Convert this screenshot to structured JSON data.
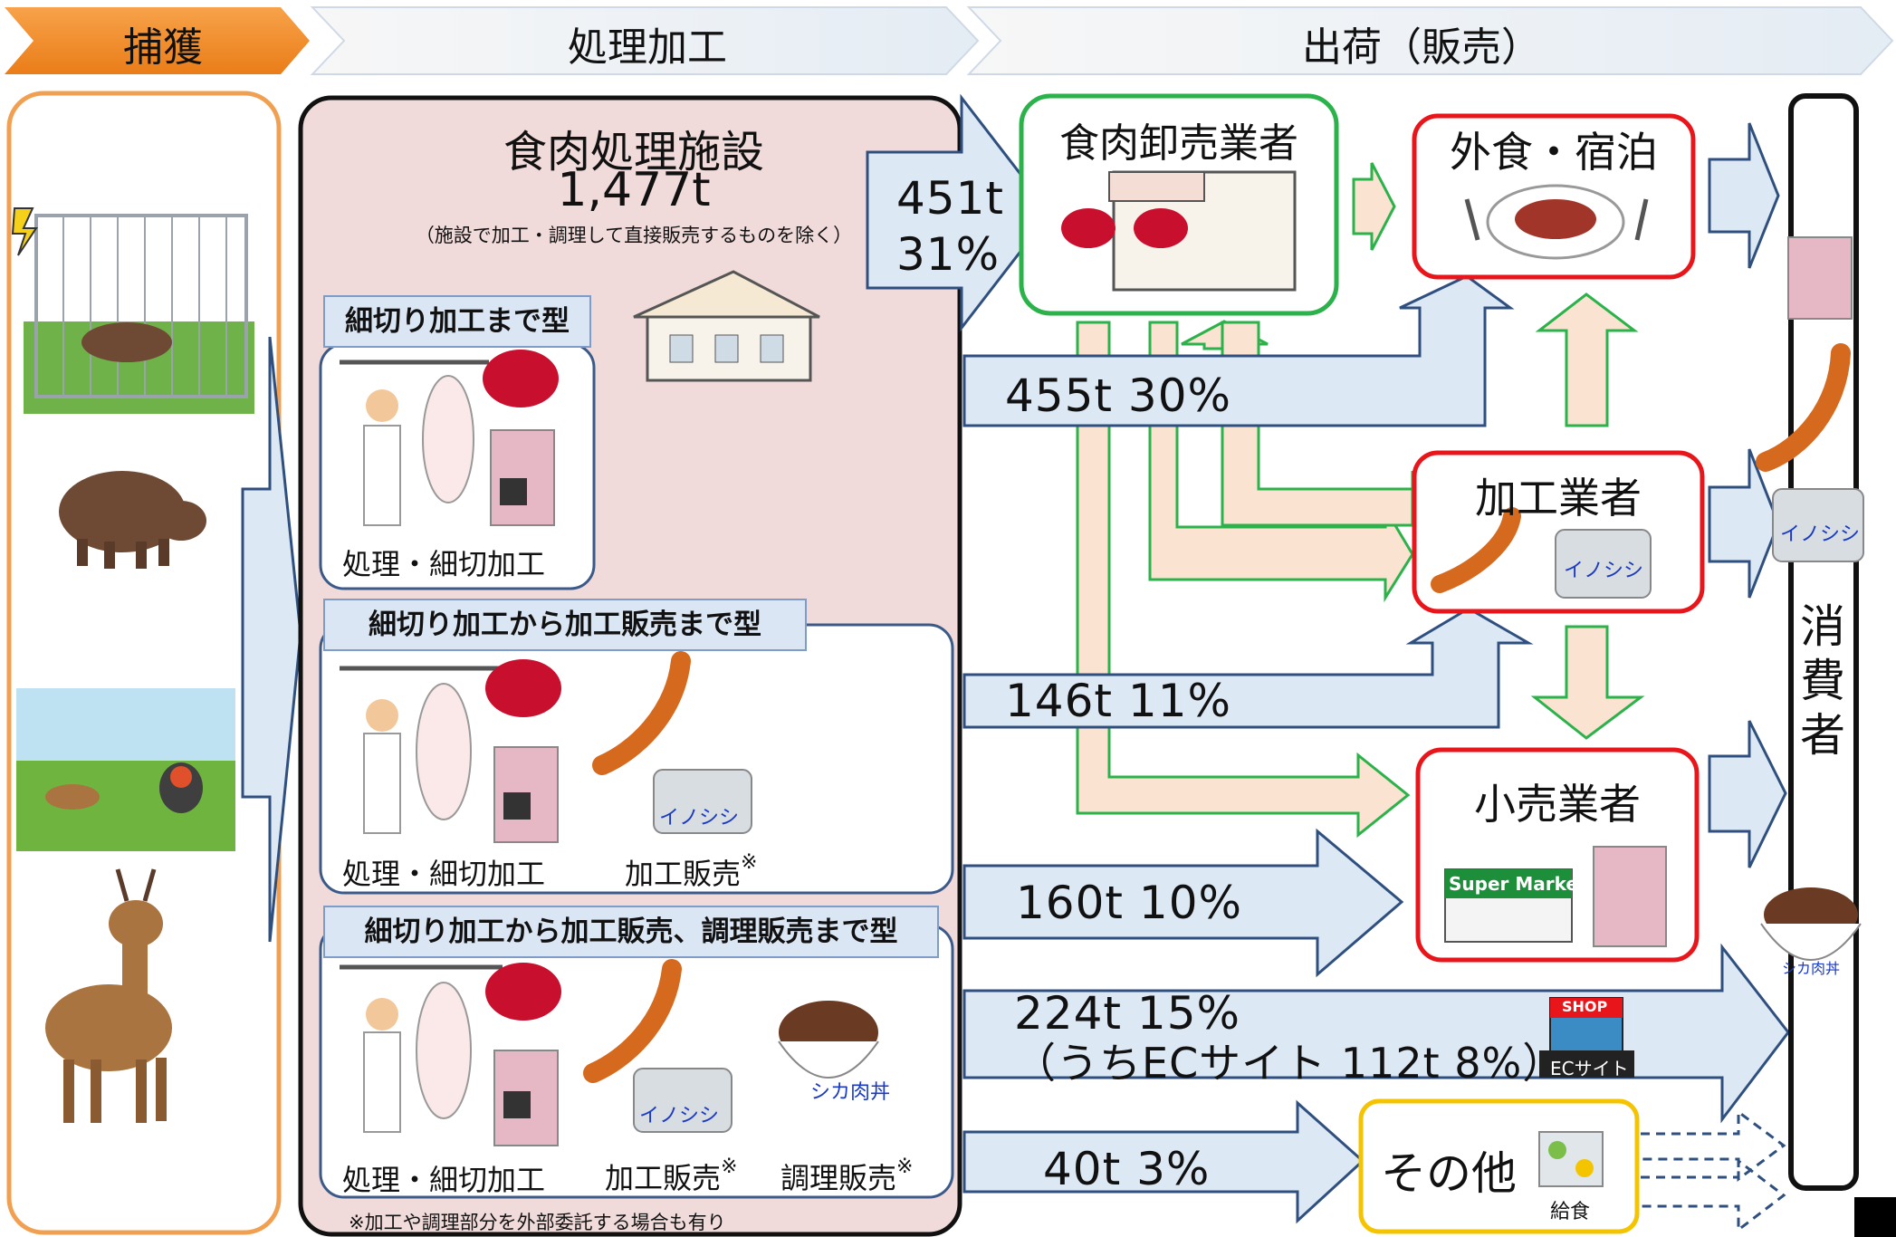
{
  "stages": {
    "capture": "捕獲",
    "processing": "処理加工",
    "shipping": "出荷（販売）"
  },
  "facility": {
    "title": "食肉処理施設",
    "amount": "1,477t",
    "note": "（施設で加工・調理して直接販売するものを除く）"
  },
  "types": [
    {
      "label": "細切り加工まで型",
      "captions": [
        "処理・細切加工"
      ]
    },
    {
      "label": "細切り加工から加工販売まで型",
      "captions": [
        "処理・細切加工",
        "加工販売",
        "※"
      ]
    },
    {
      "label": "細切り加工から加工販売、調理販売まで型",
      "captions": [
        "処理・細切加工",
        "加工販売",
        "※",
        "調理販売",
        "※"
      ]
    }
  ],
  "footnote": "※加工や調理部分を外部委託する場合も有り",
  "flows": {
    "wholesale_amount": "451t",
    "wholesale_pct": "31%",
    "food_service": "455t  30%",
    "processor": "146t  11%",
    "retail": "160t  10%",
    "direct": "224t  15%",
    "ec": "（うちECサイト  112t  8%）",
    "other": "40t    3%"
  },
  "nodes": {
    "wholesale": "食肉卸売業者",
    "food_service": "外食・宿泊",
    "processor": "加工業者",
    "retail": "小売業者",
    "other": "その他",
    "consumer": [
      "消",
      "費",
      "者"
    ]
  },
  "labels": {
    "can": "イノシシ",
    "donburi": "シカ肉丼",
    "supermarket": "Super Market",
    "shop": "SHOP",
    "ec_site": "ECサイト",
    "school_lunch": "給食"
  },
  "colors": {
    "arrow_blue_fill": "#dce8f4",
    "arrow_blue_stroke": "#2f4f7f",
    "arrow_peach_fill": "#fbe3d1",
    "arrow_green_stroke": "#2bb24a",
    "facility_fill": "#f1dada",
    "capture_stroke": "#f0a050",
    "red_box": "#e8161b",
    "green_box": "#2bb24a",
    "yellow_box": "#f5c400"
  }
}
